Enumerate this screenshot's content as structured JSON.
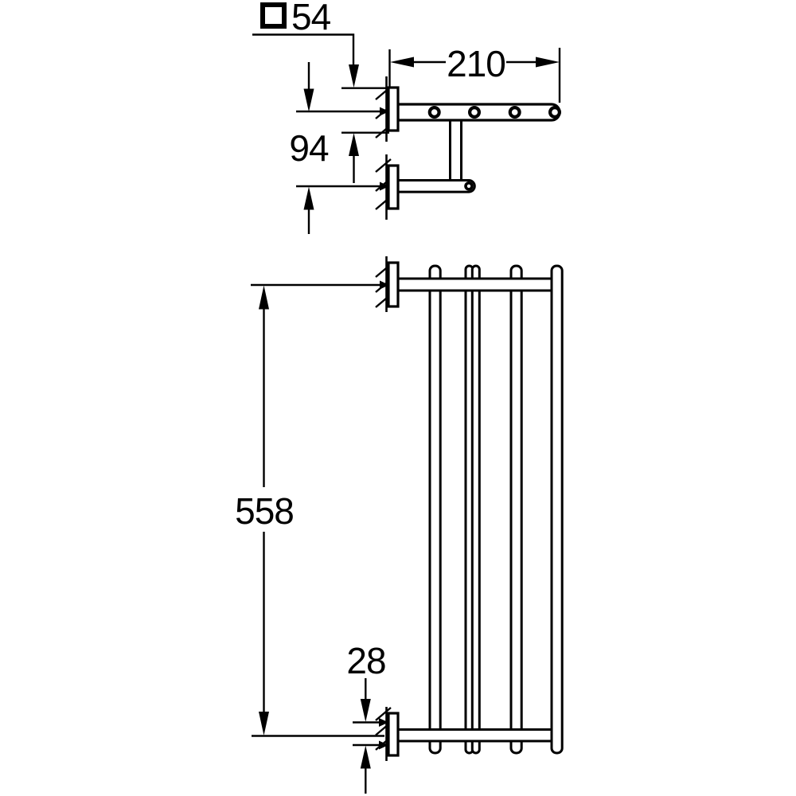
{
  "drawing": {
    "type": "technical-dimension-drawing",
    "product": "wall-mounted multi towel rack (side view and front view)",
    "line_color": "#000000",
    "background": "#ffffff",
    "dimensions": {
      "plate_square_label": "54",
      "plate_square_symbol": "square",
      "depth_label": "210",
      "arm_spacing_label": "94",
      "length_label": "558",
      "bar_label": "28"
    },
    "views": {
      "side_view": {
        "features": [
          "wall plate",
          "upper shelf arm with 4 bar holes",
          "connecting post",
          "lower single bar arm",
          "wall hatching"
        ]
      },
      "front_view": {
        "features": [
          "two wall plates",
          "top bar",
          "bottom bar",
          "5 vertical rails",
          "wall hatching"
        ]
      }
    }
  }
}
